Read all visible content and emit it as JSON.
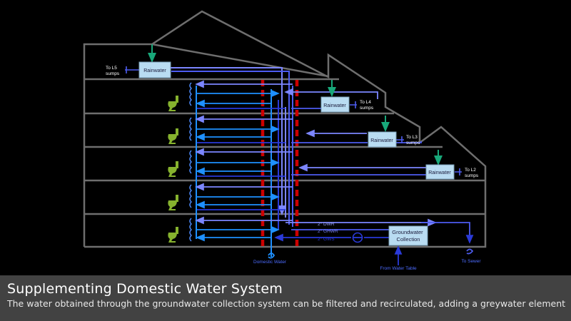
{
  "diagram": {
    "tanks": [
      {
        "label": "Rainwater"
      },
      {
        "label": "Rainwater"
      },
      {
        "label": "Rainwater"
      },
      {
        "label": "Rainwater"
      }
    ],
    "groundwater_tank": {
      "line1": "Groundwater",
      "line2": "Collection"
    },
    "sump_labels": [
      {
        "line1": "To L5",
        "line2": "sumps"
      },
      {
        "line1": "To L4",
        "line2": "sumps"
      },
      {
        "line1": "To L3",
        "line2": "sumps"
      },
      {
        "line1": "To L2",
        "line2": "sumps"
      }
    ],
    "pipe_labels": {
      "dwr": "2° DWR",
      "ghwr": "2° GHWR",
      "gws": "2° GWS"
    },
    "bottom_labels": {
      "domestic": "Domestic Water",
      "table": "From Water Table",
      "sewer": "To Sewer"
    },
    "colors": {
      "pipe_light": "#7c86ff",
      "pipe_mid": "#4d5cf0",
      "pipe_cyan": "#1e90ff",
      "pipe_dark": "#2a3ad8",
      "riser_red": "#cc0000",
      "inlet_green": "#18a87a",
      "toilet": "#86b22e",
      "tank_fill": "#b9dcf2",
      "building_outline": "#6e6e6e"
    }
  },
  "caption": {
    "title": "Supplementing Domestic Water System",
    "subtitle": "The water obtained through the groundwater collection system can be filtered and recirculated, adding a greywater element"
  }
}
